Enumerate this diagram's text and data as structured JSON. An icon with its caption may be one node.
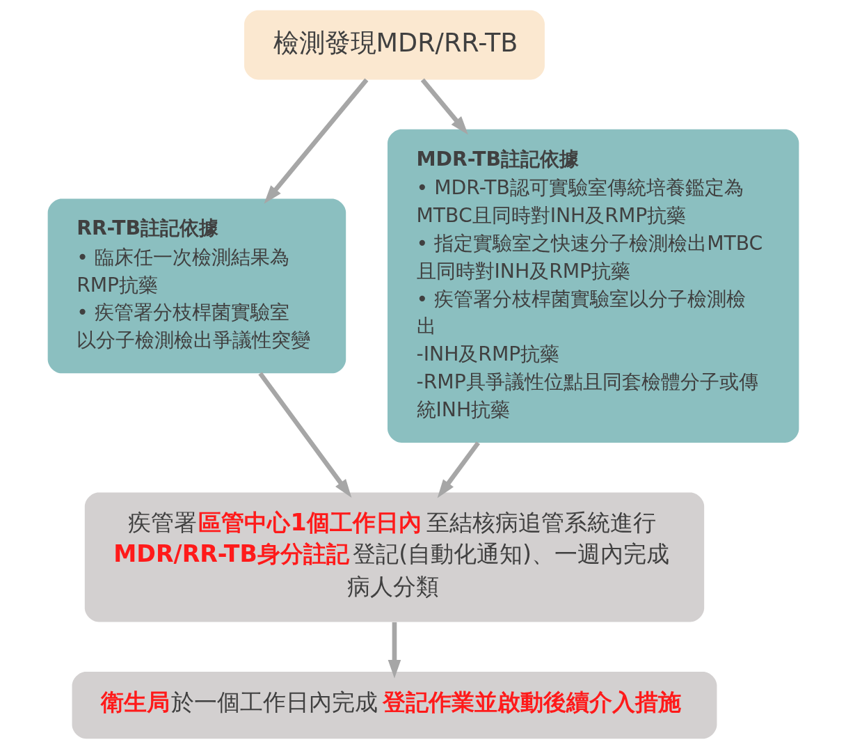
{
  "diagram": {
    "nodes": [
      {
        "text": [
          "檢測發現MDR/RR-TB"
        ]
      },
      {
        "text": [
          "RR-TB註記依據",
          "• 臨床任一次檢測結果為RMP抗藥",
          "• 疾管署分枝桿菌實驗室以分子檢測檢出爭議性突變"
        ]
      },
      {
        "text": [
          "MDR-TB註記依據",
          "• MDR-TB認可實驗室傳統培養鑑定為MTBC且同時對INH及RMP抗藥",
          "• 指定實驗室之快速分子檢測檢出MTBC且同時對INH及RMP抗藥",
          "• 疾管署分枝桿菌實驗室以分子檢測檢出",
          "-INH及RMP抗藥",
          "-RMP具爭議性位點且同套檢體分子或傳統INH抗藥"
        ]
      },
      {
        "text": [
          "疾管署**區管中心1個工作日內**至結核病追管系統進行**MDR/RR-TB身分註記**登記(自動化通知)、一週內完成病人分類"
        ]
      },
      {
        "text": [
          "**衛生局**於一個工作日內完成**登記作業並啟動後續介入措施**"
        ]
      }
    ],
    "edges": [
      {
        "from": 0,
        "to": 1,
        "arrow": "to"
      },
      {
        "from": 0,
        "to": 2,
        "arrow": "to"
      },
      {
        "from": 1,
        "to": 3,
        "arrow": "to"
      },
      {
        "from": 2,
        "to": 3,
        "arrow": "to"
      },
      {
        "from": 3,
        "to": 4,
        "arrow": "to"
      }
    ]
  }
}
